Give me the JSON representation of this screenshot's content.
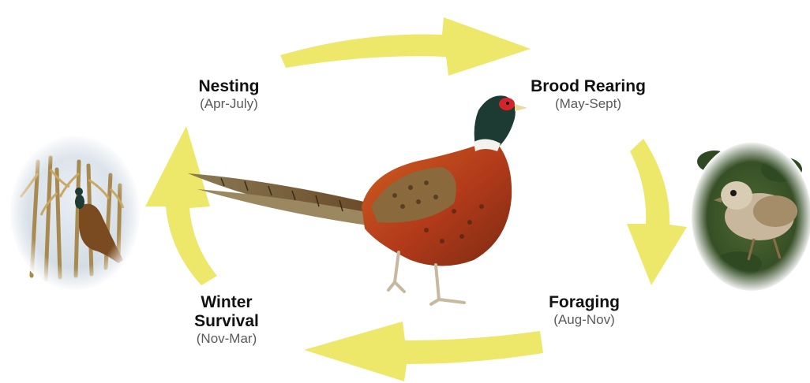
{
  "stages": [
    {
      "id": "nesting",
      "title": "Nesting",
      "period": "(Apr-July)"
    },
    {
      "id": "brood-rearing",
      "title": "Brood Rearing",
      "period": "(May-Sept)"
    },
    {
      "id": "foraging",
      "title": "Foraging",
      "period": "(Aug-Nov)"
    },
    {
      "id": "winter-survival",
      "title": "Winter Survival",
      "title_lines": [
        "Winter",
        "Survival"
      ],
      "period": "(Nov-Mar)"
    }
  ],
  "colors": {
    "arrow": "#ede76a",
    "background": "#ffffff",
    "pheasant_body": "#b8461c",
    "pheasant_head": "#1d3b33",
    "pheasant_wattle": "#d3242a"
  },
  "icons": [
    "pheasant-illustration",
    "winter-cornfield-photo",
    "chick-photo",
    "cycle-arrow"
  ]
}
